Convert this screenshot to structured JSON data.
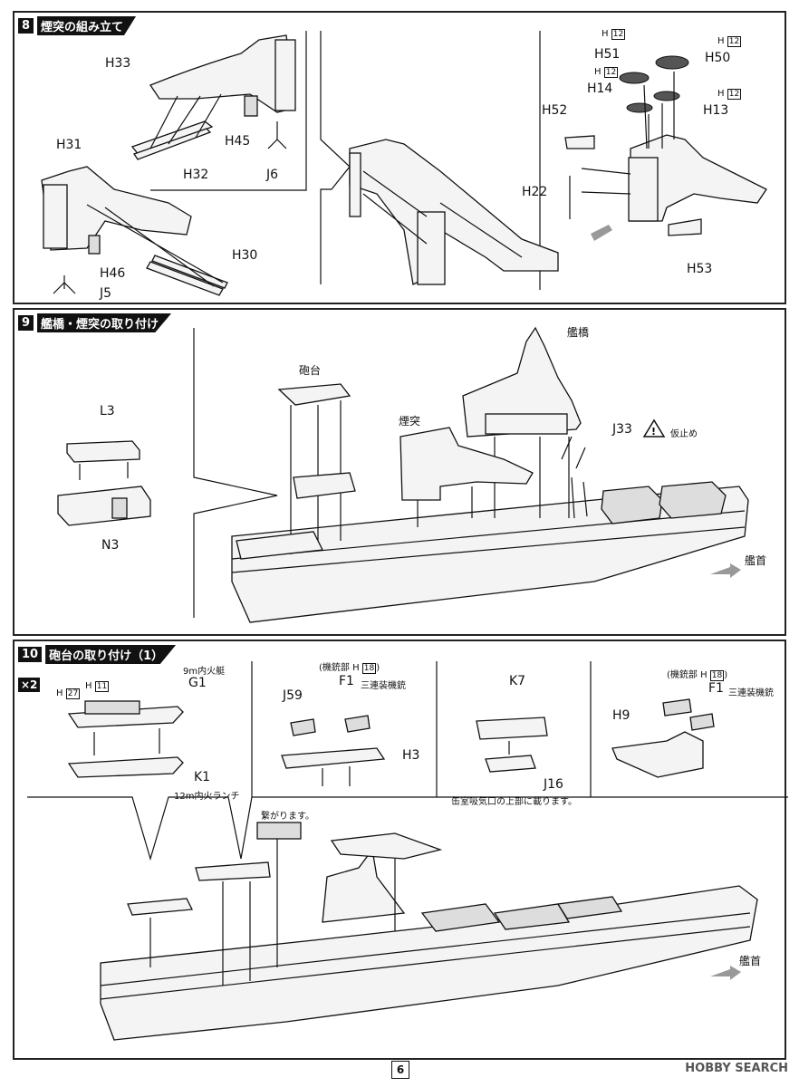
{
  "step8": {
    "number": "8",
    "title": "煙突の組み立て",
    "parts": {
      "h33": "H33",
      "h32": "H32",
      "h45": "H45",
      "j6": "J6",
      "h31": "H31",
      "h46": "H46",
      "j5": "J5",
      "h30": "H30",
      "h51": "H51",
      "h50": "H50",
      "h14": "H14",
      "h13": "H13",
      "h52": "H52",
      "h22": "H22",
      "h53": "H53"
    },
    "runner": "H",
    "runner_num": "12"
  },
  "step9": {
    "number": "9",
    "title": "艦橋・煙突の取り付け",
    "parts": {
      "l3": "L3",
      "n3": "N3",
      "j33": "J33"
    },
    "labels": {
      "gun_mount": "砲台",
      "funnel": "煙突",
      "bridge": "艦橋",
      "bow": "艦首",
      "temp_stop": "仮止め"
    }
  },
  "step10": {
    "number": "10",
    "title": "砲台の取り付け（1）",
    "multiplier": "×2",
    "parts": {
      "g1": "G1",
      "k1": "K1",
      "j59": "J59",
      "f1": "F1",
      "h3": "H3",
      "k7": "K7",
      "j16": "J16",
      "h9": "H9",
      "f1b": "F1"
    },
    "runner_h27": "27",
    "runner_h11": "11",
    "runner_h18": "18",
    "runner_h": "H",
    "labels": {
      "boat9": "9m内火艇",
      "boat12": "12m内火ランチ",
      "mg_group": "(機銃部 H",
      "triple_mg": "三連装機銃",
      "k7_note": "缶室吸気口の上部に載ります。",
      "connect": "繋がります。",
      "bow": "艦首"
    }
  },
  "footer": {
    "page": "6",
    "watermark": "HOBBY SEARCH"
  }
}
